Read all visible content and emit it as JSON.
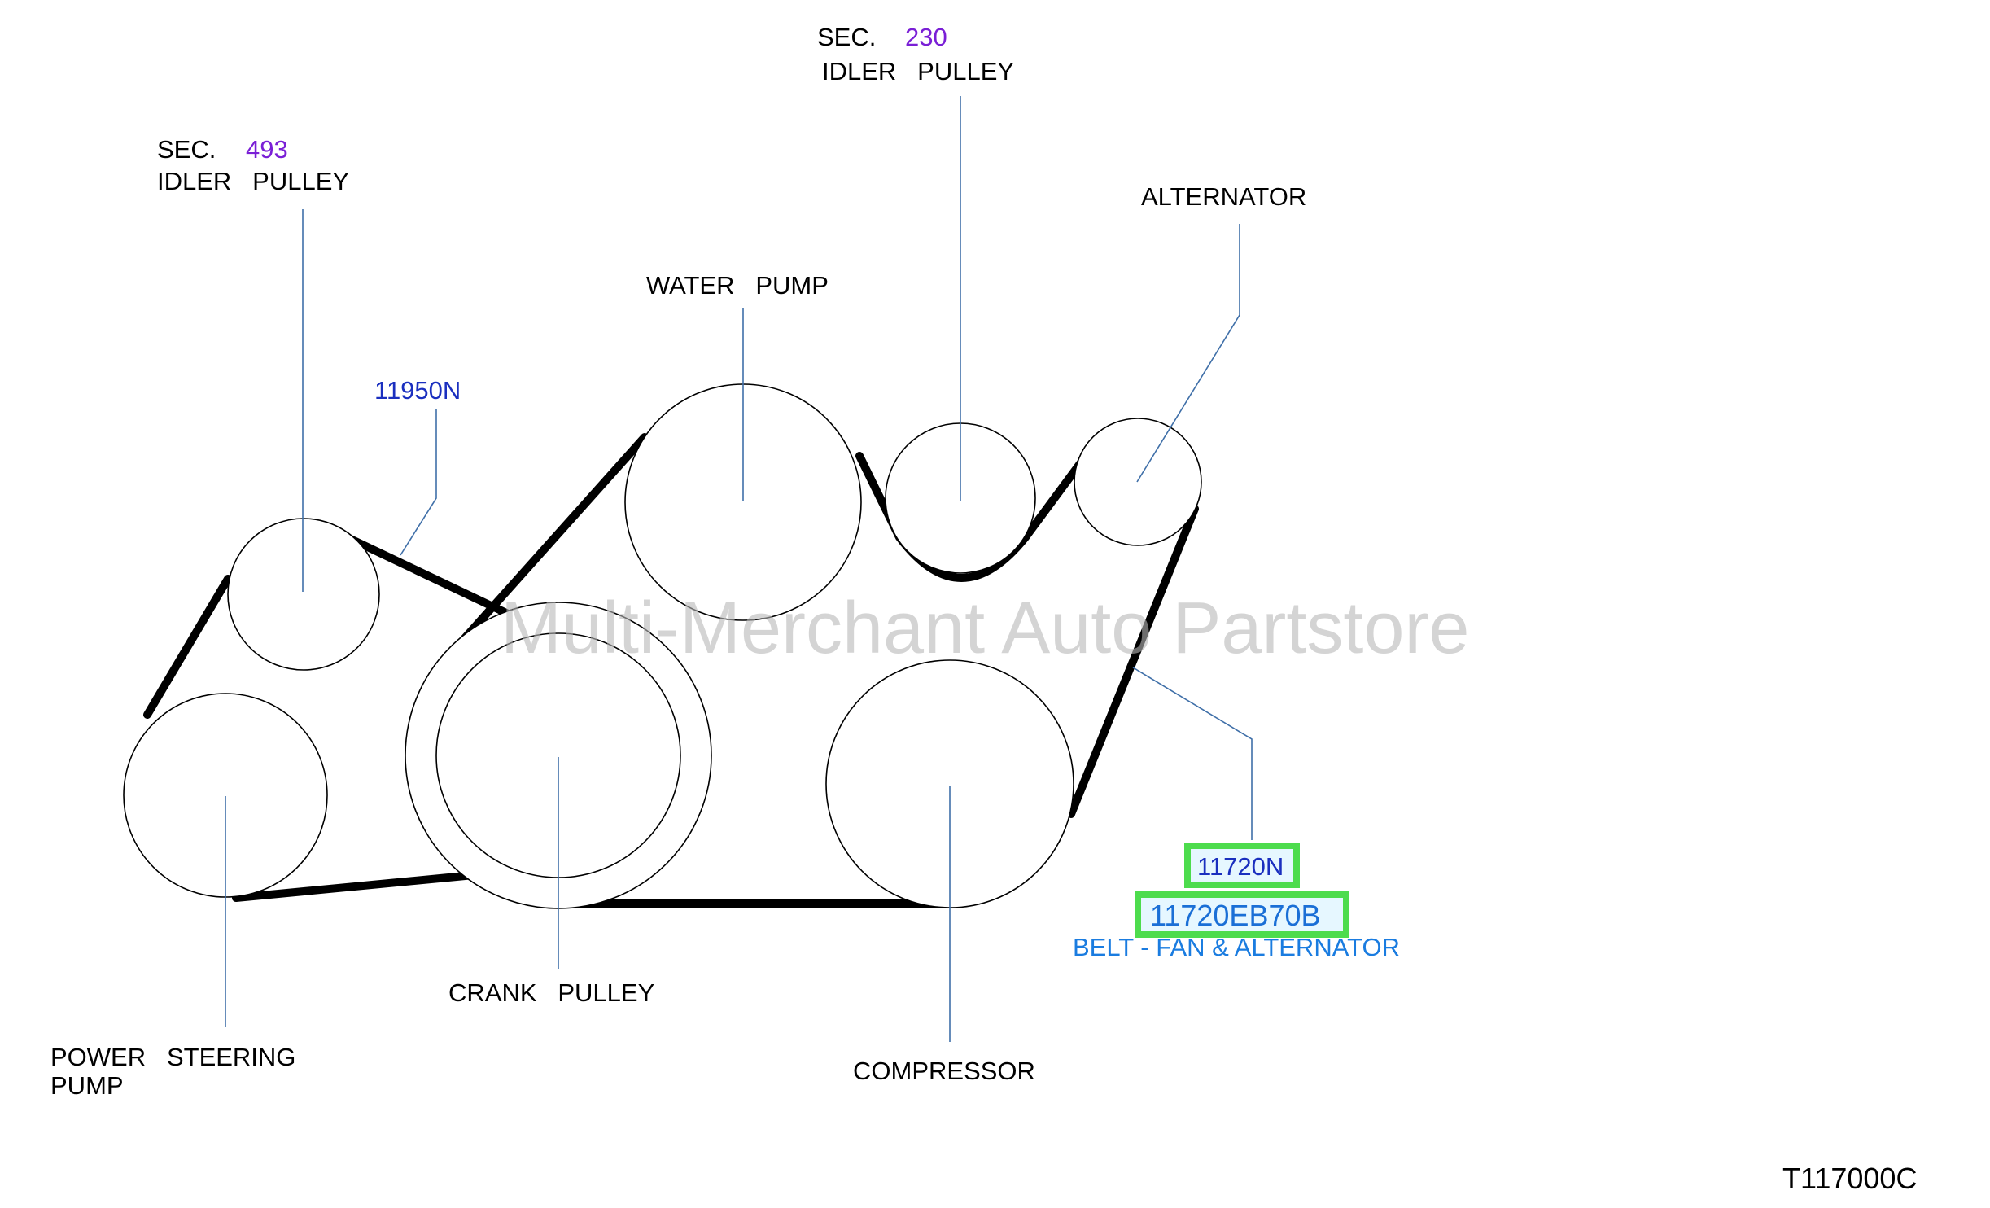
{
  "labels": {
    "sec_493_prefix": "SEC.",
    "sec_493_number": "493",
    "sec_493_name": "IDLER   PULLEY",
    "sec_230_prefix": "SEC.",
    "sec_230_number": "230",
    "sec_230_name": "IDLER   PULLEY",
    "alternator": "ALTERNATOR",
    "water_pump": "WATER   PUMP",
    "ref_11950n": "11950N",
    "crank_pulley": "CRANK   PULLEY",
    "power_steering_line1": "POWER   STEERING",
    "power_steering_line2": "PUMP",
    "compressor": "COMPRESSOR",
    "ref_11720n": "11720N",
    "part_number": "11720EB70B",
    "part_description": "BELT - FAN & ALTERNATOR",
    "diagram_code": "T117000C"
  },
  "watermark": "Multi-Merchant Auto Partstore",
  "colors": {
    "section_number": "#7a1fd6",
    "reference_number": "#1a2fbf",
    "part_link": "#1a6fd6",
    "highlight_border": "#4ddc4d",
    "leader_line": "#3f6fa8"
  }
}
